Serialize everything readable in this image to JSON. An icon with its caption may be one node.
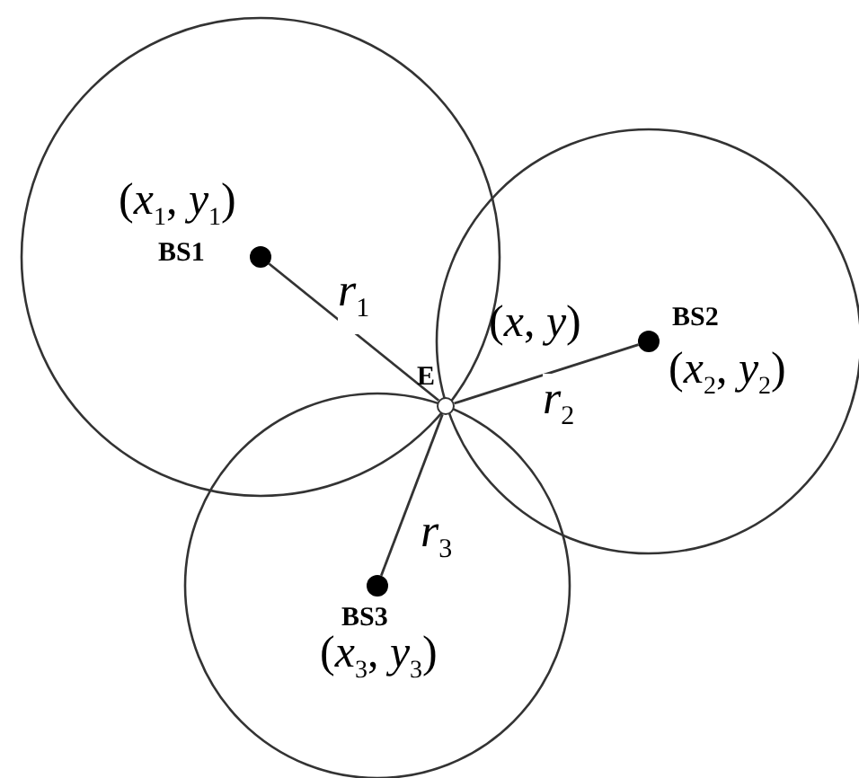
{
  "diagram": {
    "nodes": [
      {
        "text": [
          "BS1"
        ],
        "beside": [
          "(*x*$_{1}$, *y*$_{1}$)"
        ]
      },
      {
        "text": [
          "BS2"
        ],
        "beside": [
          "(*x*$_{2}$, *y*$_{2}$)"
        ]
      },
      {
        "text": [
          "BS3"
        ],
        "beside": [
          "(*x*$_{3}$, *y*$_{3}$)"
        ]
      },
      {
        "text": [
          "E"
        ],
        "beside": [
          "(*x*, *y*)"
        ]
      }
    ],
    "edges": [
      {
        "from": 0,
        "to": 3,
        "arrow": "none",
        "label": "*r*$_{1}$"
      },
      {
        "from": 1,
        "to": 3,
        "arrow": "none",
        "label": "*r*$_{2}$"
      },
      {
        "from": 2,
        "to": 3,
        "arrow": "none",
        "label": "*r*$_{3}$"
      }
    ]
  }
}
